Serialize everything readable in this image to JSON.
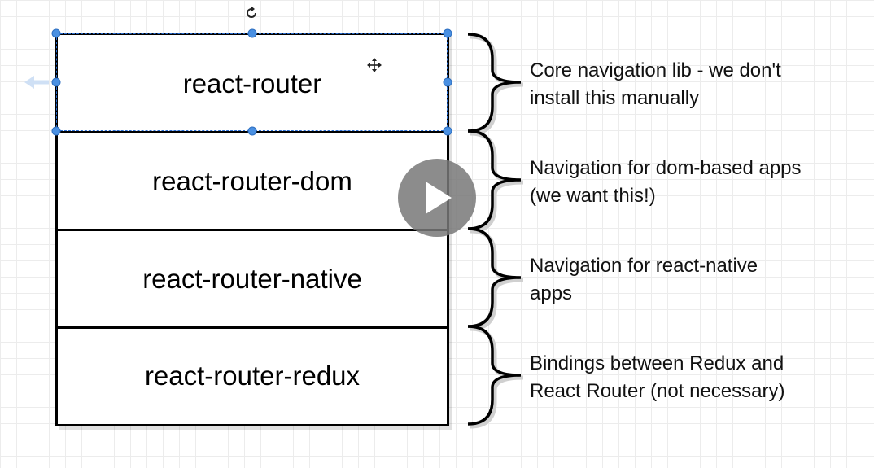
{
  "diagram": {
    "layers": [
      {
        "label": "react-router"
      },
      {
        "label": "react-router-dom"
      },
      {
        "label": "react-router-native"
      },
      {
        "label": "react-router-redux"
      }
    ],
    "descriptions": [
      {
        "line1": "Core navigation lib - we don't",
        "line2": "install this manually"
      },
      {
        "line1": "Navigation for dom-based apps",
        "line2": "(we want this!)"
      },
      {
        "line1": "Navigation for react-native",
        "line2": "apps"
      },
      {
        "line1": "Bindings between Redux and",
        "line2": "React Router (not necessary)"
      }
    ]
  },
  "editor": {
    "rotate_icon": "rotate-icon",
    "move_icon": "move-cursor-icon",
    "selection_color": "#4a90e2"
  },
  "video": {
    "play_icon": "play-icon"
  }
}
